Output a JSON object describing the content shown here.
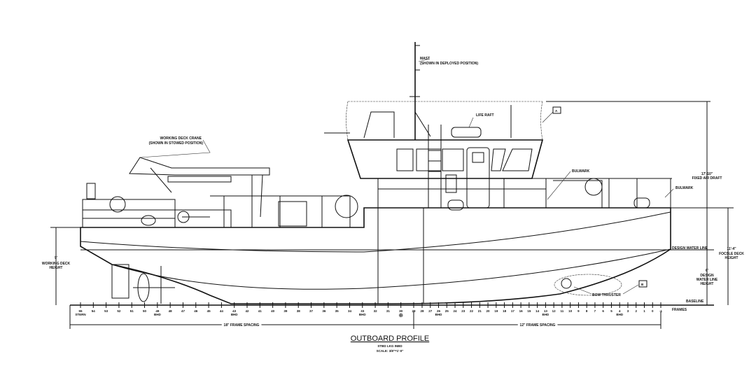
{
  "title": "OUTBOARD PROFILE",
  "subtitle": "STBD LKG INBD",
  "scale": "SCALE: 3/8\"=1'-0\"",
  "callouts": {
    "mast": "MAST",
    "mast_note": "(SHOWN IN DEPLOYED POSITION)",
    "crane": "WORKING DECK CRANE",
    "crane_note": "(SHOWN IN STOWED POSITION)",
    "life_raft": "LIFE RAFT",
    "bulwark_1": "BULWARK",
    "bulwark_2": "BULWARK",
    "bow_thruster": "BOW THRUSTER",
    "design_water_line": "DESIGN WATER LINE",
    "baseline": "BASELINE",
    "frames": "FRAMES",
    "detail_a": "A",
    "detail_b": "B"
  },
  "dimensions": {
    "air_draft_value": "17'-10\"",
    "air_draft_label": "FIXED AIR DRAFT",
    "focsle_value": "11'-4\"",
    "focsle_label_1": "FOCSLE DECK",
    "focsle_label_2": "HEIGHT",
    "dwl_value": "6'",
    "dwl_label_1": "DESIGN",
    "dwl_label_2": "WATER LINE",
    "dwl_label_3": "HEIGHT",
    "work_deck_value": "9'",
    "work_deck_label_1": "WORKING DECK",
    "work_deck_label_2": "HEIGHT",
    "spacing_aft": "18\" FRAME SPACING",
    "spacing_fwd": "12\" FRAME SPACING"
  },
  "frames": {
    "aft": [
      55,
      54,
      53,
      52,
      51,
      50,
      49,
      48,
      47,
      46,
      45,
      44,
      43,
      42,
      41,
      40,
      39,
      38,
      37,
      36,
      35,
      34,
      33,
      32,
      31,
      30,
      29
    ],
    "fwd": [
      28,
      27,
      26,
      25,
      24,
      23,
      22,
      21,
      20,
      19,
      18,
      17,
      16,
      15,
      14,
      13,
      12,
      11,
      10,
      9,
      8,
      7,
      6,
      5,
      4,
      3,
      2,
      1,
      0,
      -1
    ],
    "bhd_frames": [
      49,
      43,
      33,
      26,
      13,
      4
    ],
    "bhd_label": "BHD",
    "stern_label": "STERN",
    "midship_symbol": "⊕"
  }
}
